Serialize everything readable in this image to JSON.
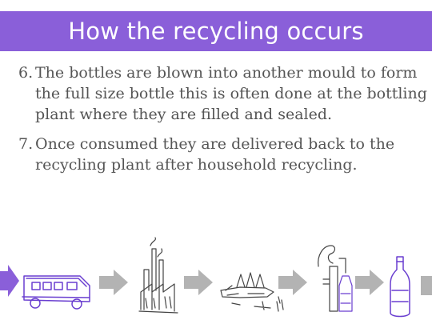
{
  "slide": {
    "title": "How the recycling occurs",
    "points": [
      {
        "number": "6.",
        "text": "The bottles are blown into another mould to form the full size bottle this is often done at the bottling plant where they are filled and sealed."
      },
      {
        "number": "7.",
        "text": "Once consumed they are delivered back to the recycling plant after household recycling."
      }
    ]
  },
  "colors": {
    "title_background": "#8a5fd9",
    "title_text": "#ffffff",
    "body_text": "#555555",
    "arrow": "#b3b3b3",
    "sketch_ink": "#6a3fd0"
  },
  "illustration": {
    "steps": [
      "truck-icon",
      "factory-icon",
      "crushed-bottles-icon",
      "bottle-blowing-machine-icon",
      "bottle-icon"
    ]
  }
}
